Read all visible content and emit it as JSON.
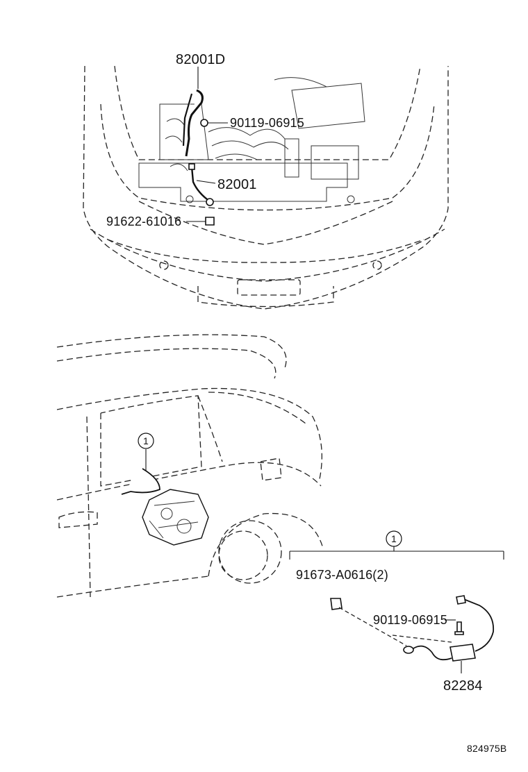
{
  "callouts": {
    "top_wire_d": "82001D",
    "top_bolt": "90119-06915",
    "top_wire": "82001",
    "top_nut": "91622-61016",
    "group_marker": "1",
    "detail_marker": "1",
    "clip": "91673-A0616(2)",
    "detail_bolt": "90119-06915",
    "detail_wire": "82284"
  },
  "figure_id": "824975B"
}
